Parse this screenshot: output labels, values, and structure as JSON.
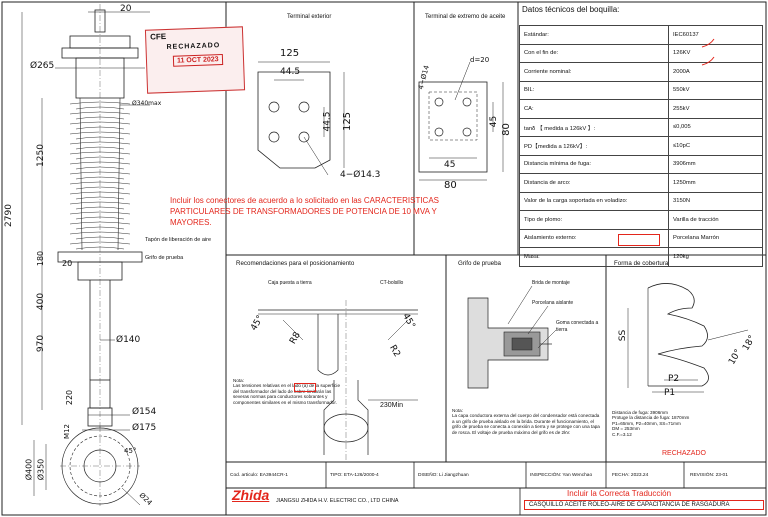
{
  "drawing": {
    "dims_left": {
      "top_20": "20",
      "d265": "Ø265",
      "d340": "Ø340max",
      "h1250": "1250",
      "h2790": "2790",
      "h180": "180",
      "lower_20": "20",
      "h400": "400",
      "h970": "970",
      "d140": "Ø140",
      "h220": "220",
      "m12": "M12",
      "d154": "Ø154",
      "d175": "Ø175",
      "d400": "Ø400",
      "d350": "Ø350",
      "ang45": "45°",
      "d24": "Ø24"
    },
    "labels_left": {
      "tap": "Tapón de liberación de aire",
      "grifo": "Grifo de prueba"
    },
    "terminal_exterior": {
      "title": "Terminal exterior",
      "d125": "125",
      "d44_5": "44.5",
      "d44_5v": "44.5",
      "d125v": "125",
      "holes": "4−Ø14.3"
    },
    "terminal_aceite": {
      "title": "Terminal de extremo de aceite",
      "d20": "d=20",
      "holes": "4−Ø14",
      "d45v": "45",
      "d80v": "80",
      "d45": "45",
      "d80": "80"
    },
    "note_red": "Incluir los conectores de acuerdo a lo solicitado en las CARACTERISTICAS PARTICULARES DE TRANSFORMADORES DE POTENCIA DE 10 MVA Y MAYORES.",
    "stamp": {
      "cfe": "CFE",
      "text": "RECHAZADO",
      "date": "11 OCT 2023"
    }
  },
  "spec": {
    "title": "Datos técnicos del boquilla:",
    "rows": [
      {
        "k": "Estándar:",
        "v": "IEC60137"
      },
      {
        "k": "Con el fin de:",
        "v": "126KV"
      },
      {
        "k": "Corriente nominal:",
        "v": "2000A"
      },
      {
        "k": "BIL:",
        "v": "550kV"
      },
      {
        "k": "CA:",
        "v": "255kV"
      },
      {
        "k": "tanδ 【 medida a 126kV 】:",
        "v": "≤0,005"
      },
      {
        "k": "PD【medida a 126kV】:",
        "v": "≤10pC"
      },
      {
        "k": "Distancia mínima de fuga:",
        "v": "3906mm"
      },
      {
        "k": "Distancia de arco:",
        "v": "1250mm"
      },
      {
        "k": "Valor de la carga soportada en voladizo:",
        "v": "3150N"
      },
      {
        "k": "Tipo de plomo:",
        "v": "Varilla de tracción"
      },
      {
        "k": "Aislamiento externo:",
        "v": "Porcelana Marrón"
      },
      {
        "k": "Masa:",
        "v": "120kg"
      }
    ]
  },
  "sections": {
    "rec_title": "Recomendaciones para el posicionamiento",
    "rec_labels": {
      "caja": "Caja puesta a tierra",
      "ct": "CT-bolsillo",
      "a45l": "45°",
      "r8": "R8",
      "a45r": "45°",
      "r2": "R2",
      "len": "230Min"
    },
    "rec_note": "Nota:\nLas tensiones relativas en el lado (a) de la superficie del transformador del lado de cobre limitarán las severas normas para conductores sobrantes y componentes similares en el mismo transformador.",
    "grifo_title": "Grifo de prueba",
    "grifo_labels": {
      "brida": "Brida de montaje",
      "porcelana": "Porcelana aislante",
      "goma": "Goma conectada a tierra"
    },
    "grifo_note": "Nota:\nLa capa conductora externa del cuerpo del condensador está conectada a un grifo de prueba aislado en la brida. Durante el funcionamiento, el grifo de prueba se conecta a conexión a tierra y se protege con una tapa de rosca. El voltaje de prueba máximo del grifo es de 2kV.",
    "cobertura_title": "Forma de cobertura",
    "cobertura_dims": {
      "ss": "SS",
      "a18": "18°",
      "a10": "10°",
      "p2": "P2",
      "p1": "P1"
    },
    "cobertura_note": "Distancia de fuga: 3906mm\nProtuge la distancia de fuga: 1870mm\nP1=65mm, P2=40mm, SS=71mm\nDM = 253mm\nC.F.=3.12",
    "rechazado": "RECHAZADO"
  },
  "footer": {
    "cod": "Cod. articulo: EA3944CR-1",
    "tipo": "TIPO: ETA-126/2000-4",
    "diseno": "DISEÑO: Li Jiangzhuan",
    "inspeccion": "INSPECCIÓN: Yan Wenchao",
    "fecha": "FECHA: 2023.24",
    "revision": "REVISIÓN: 23-01",
    "logo": "Zhida",
    "company": "JIANGSU ZHIDA H.V. ELECTRIC CO., LTD CHINA",
    "red_note": "Incluir la Correcta Traducción",
    "title": "CASQUILLO ACEITE ROLEO-AIRE DE CAPACITANCIA DE RASGADURA"
  },
  "colors": {
    "red": "#e3261c",
    "line": "#222222"
  }
}
